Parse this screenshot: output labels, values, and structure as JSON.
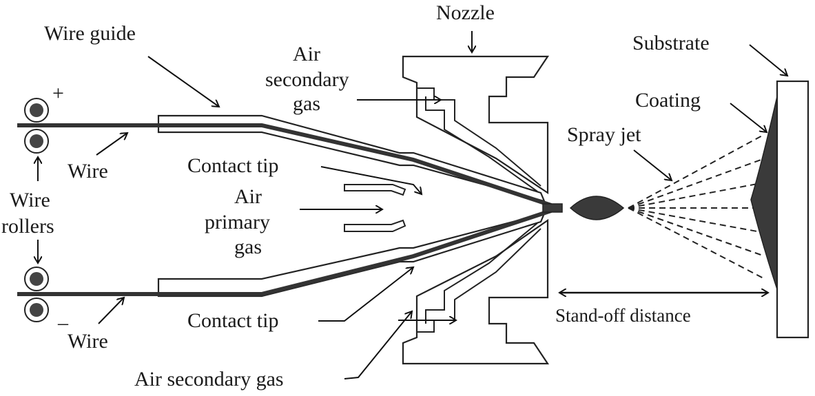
{
  "labels": {
    "wire_guide": "Wire guide",
    "nozzle": "Nozzle",
    "substrate": "Substrate",
    "air_secondary_gas_top_line1": "Air",
    "air_secondary_gas_top_line2": "secondary",
    "air_secondary_gas_top_line3": "gas",
    "coating": "Coating",
    "spray_jet": "Spray jet",
    "plus": "+",
    "minus": "–",
    "wire_top": "Wire",
    "wire_bottom": "Wire",
    "wire_rollers_line1": "Wire",
    "wire_rollers_line2": "rollers",
    "contact_tip_top": "Contact tip",
    "contact_tip_bottom": "Contact tip",
    "air_primary_gas_line1": "Air",
    "air_primary_gas_line2": "primary",
    "air_primary_gas_line3": "gas",
    "stand_off_distance": "Stand-off distance",
    "air_secondary_gas_bottom": "Air secondary gas"
  }
}
